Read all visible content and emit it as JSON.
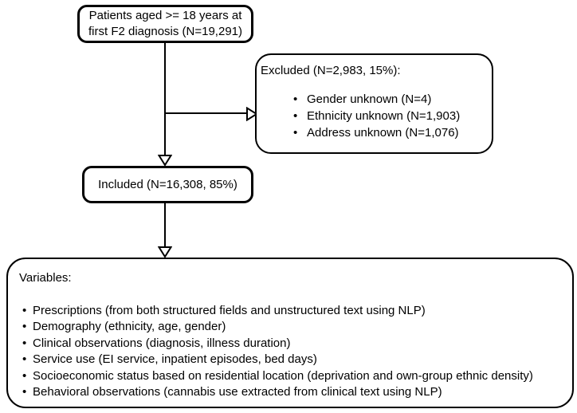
{
  "colors": {
    "background": "#ffffff",
    "box_border": "#000000",
    "text": "#000000",
    "arrowhead_fill": "#ffffff"
  },
  "flowchart": {
    "top_box": {
      "line1": "Patients aged >= 18 years at",
      "line2": "first F2 diagnosis (N=19,291)"
    },
    "excluded_box": {
      "title": "Excluded (N=2,983, 15%):",
      "items": [
        "Gender unknown (N=4)",
        "Ethnicity unknown (N=1,903)",
        "Address unknown (N=1,076)"
      ]
    },
    "included_box": {
      "label": "Included (N=16,308, 85%)"
    },
    "variables_box": {
      "title": "Variables:",
      "items": [
        "Prescriptions (from both structured fields and unstructured text using NLP)",
        "Demography (ethnicity, age, gender)",
        "Clinical observations (diagnosis, illness duration)",
        "Service use (EI service, inpatient episodes, bed days)",
        "Socioeconomic status based on residential location (deprivation and own-group ethnic density)",
        "Behavioral observations (cannabis use extracted from clinical text using NLP)"
      ]
    }
  }
}
